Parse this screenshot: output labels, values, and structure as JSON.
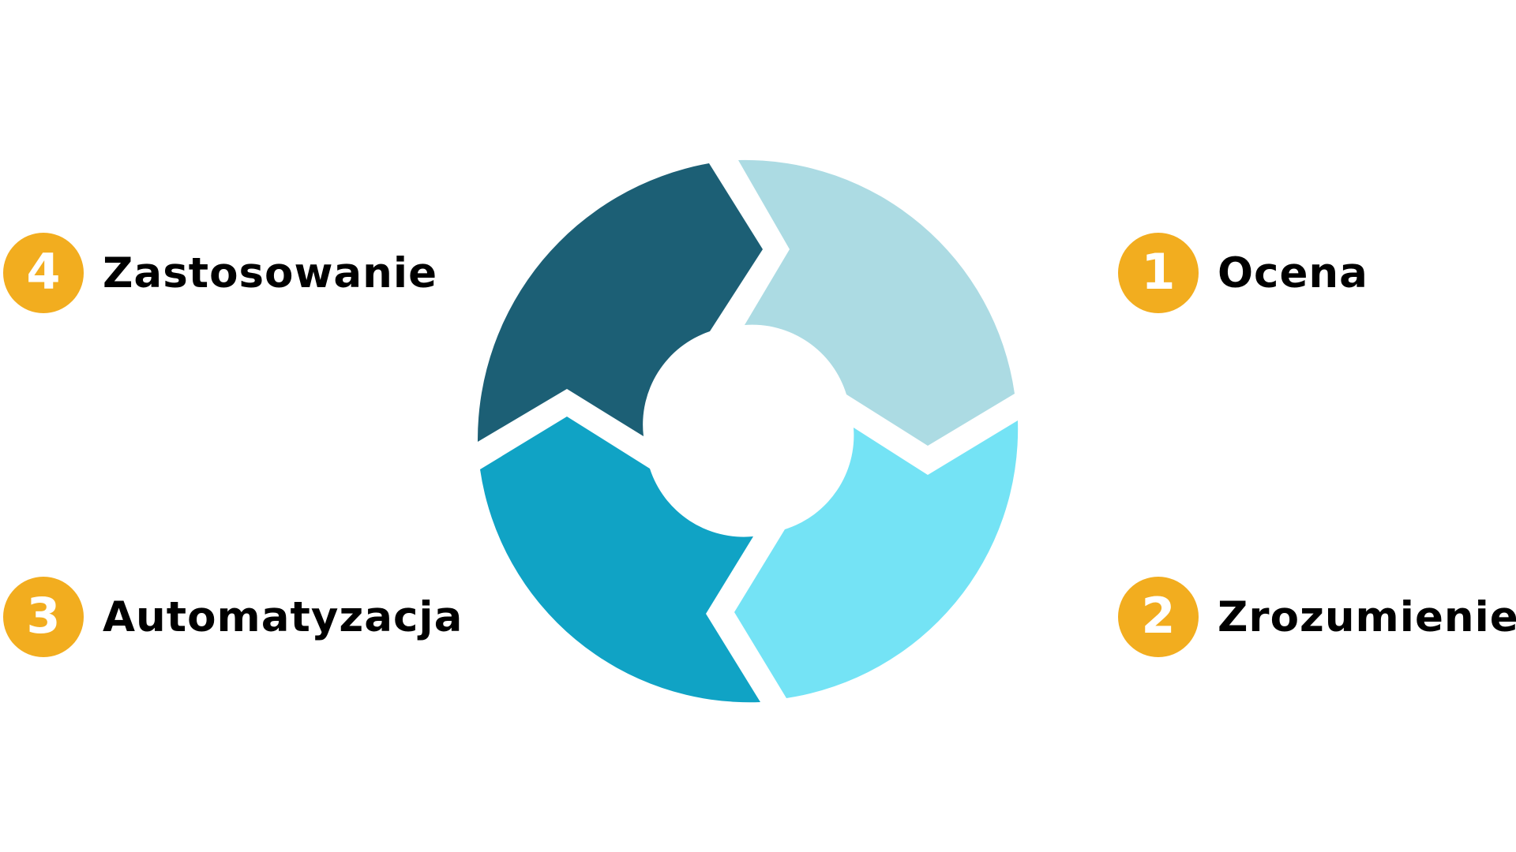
{
  "diagram": {
    "segment_colors": {
      "step_1": "#acdbe3",
      "step_2": "#74e3f5",
      "step_3": "#10a3c5",
      "step_4": "#1c5f75"
    },
    "badge_color": "#f2ad1f",
    "steps": [
      {
        "number": "1",
        "label": "Ocena"
      },
      {
        "number": "2",
        "label": "Zrozumienie"
      },
      {
        "number": "3",
        "label": "Automatyzacja"
      },
      {
        "number": "4",
        "label": "Zastosowanie"
      }
    ]
  }
}
